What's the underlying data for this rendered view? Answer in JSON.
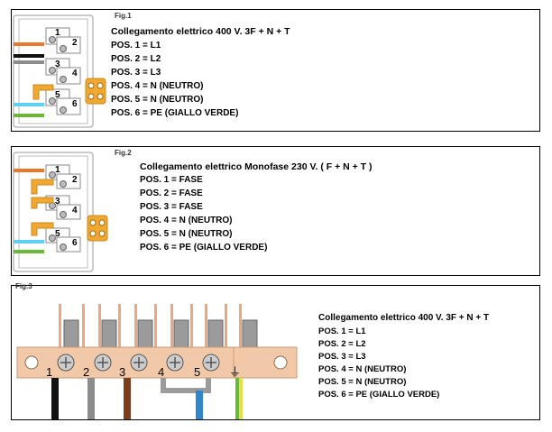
{
  "fig1": {
    "label": "Fig.1",
    "title": "Collegamento elettrico 400 V. 3F + N + T",
    "lines": [
      "POS. 1 = L1",
      "POS. 2 = L2",
      "POS. 3 = L3",
      "POS. 4 = N  (NEUTRO)",
      "POS. 5 = N  (NEUTRO)",
      "POS. 6 = PE (GIALLO VERDE)"
    ],
    "terminals": [
      "1",
      "2",
      "3",
      "4",
      "5",
      "6"
    ]
  },
  "fig2": {
    "label": "Fig.2",
    "title": "Collegamento elettrico Monofase 230 V. ( F + N + T )",
    "lines": [
      "POS. 1 = FASE",
      "POS. 2 = FASE",
      "POS. 3 = FASE",
      "POS. 4 = N  (NEUTRO)",
      "POS. 5 = N  (NEUTRO)",
      "POS. 6 = PE (GIALLO VERDE)"
    ],
    "terminals": [
      "1",
      "2",
      "3",
      "4",
      "5",
      "6"
    ]
  },
  "fig3": {
    "label": "Fig.3",
    "title": "Collegamento elettrico 400 V. 3F + N + T",
    "lines": [
      "POS. 1 = L1",
      "POS. 2 = L2",
      "POS. 3 = L3",
      "POS. 4 = N  (NEUTRO)",
      "POS. 5 = N  (NEUTRO)",
      "POS. 6 = PE (GIALLO VERDE)"
    ],
    "terminals": [
      "1",
      "2",
      "3",
      "4",
      "5"
    ],
    "ground_symbol": "⏚"
  },
  "colors": {
    "orange": "#f0a830",
    "copper": "#f2c9a8",
    "wire_orange": "#e8782a",
    "wire_black": "#111111",
    "wire_grey": "#8c8c8c",
    "wire_brown": "#7a3e1a",
    "wire_blue": "#2f86c8",
    "wire_cyan": "#5fd0f0",
    "wire_green": "#6ab83a",
    "wire_yellow": "#e6e04a"
  }
}
